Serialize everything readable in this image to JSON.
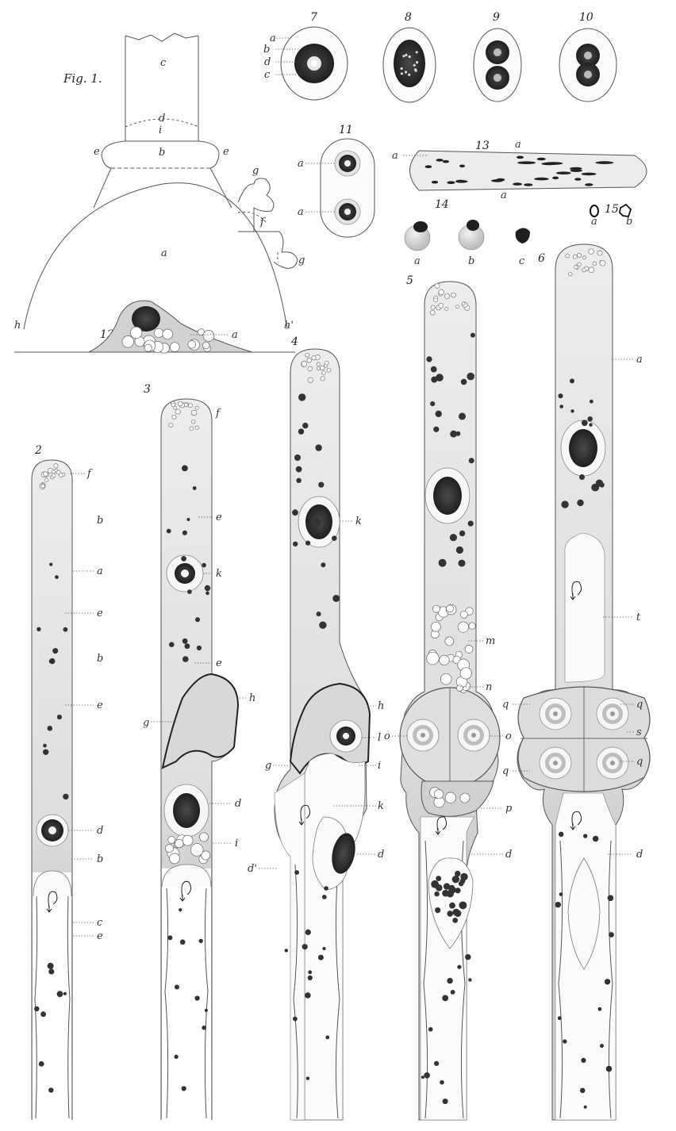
{
  "plate": {
    "title": "Fig. 1.",
    "figure_numbers": {
      "f2": "2",
      "f3": "3",
      "f4": "4",
      "f5": "5",
      "f6": "6",
      "f7": "7",
      "f8": "8",
      "f9": "9",
      "f10": "10",
      "f11": "11",
      "f12": "12",
      "f13": "13",
      "f14": "14",
      "f15": "15"
    }
  },
  "labels": {
    "a": "a",
    "b": "b",
    "c": "c",
    "d": "d",
    "e": "e",
    "f": "f",
    "g": "g",
    "h": "h",
    "h_prime": "h'",
    "i": "i",
    "k": "k",
    "l": "l",
    "m": "m",
    "n": "n",
    "o": "o",
    "p": "p",
    "q": "q",
    "s": "s",
    "t": "t",
    "d_prime": "d'"
  },
  "colors": {
    "outline": "#555555",
    "cytoplasm": "#d9d9d9",
    "granules": "#3a3a3a",
    "nucleus": "#2b2b2b",
    "halo": "#f4f4f4"
  }
}
